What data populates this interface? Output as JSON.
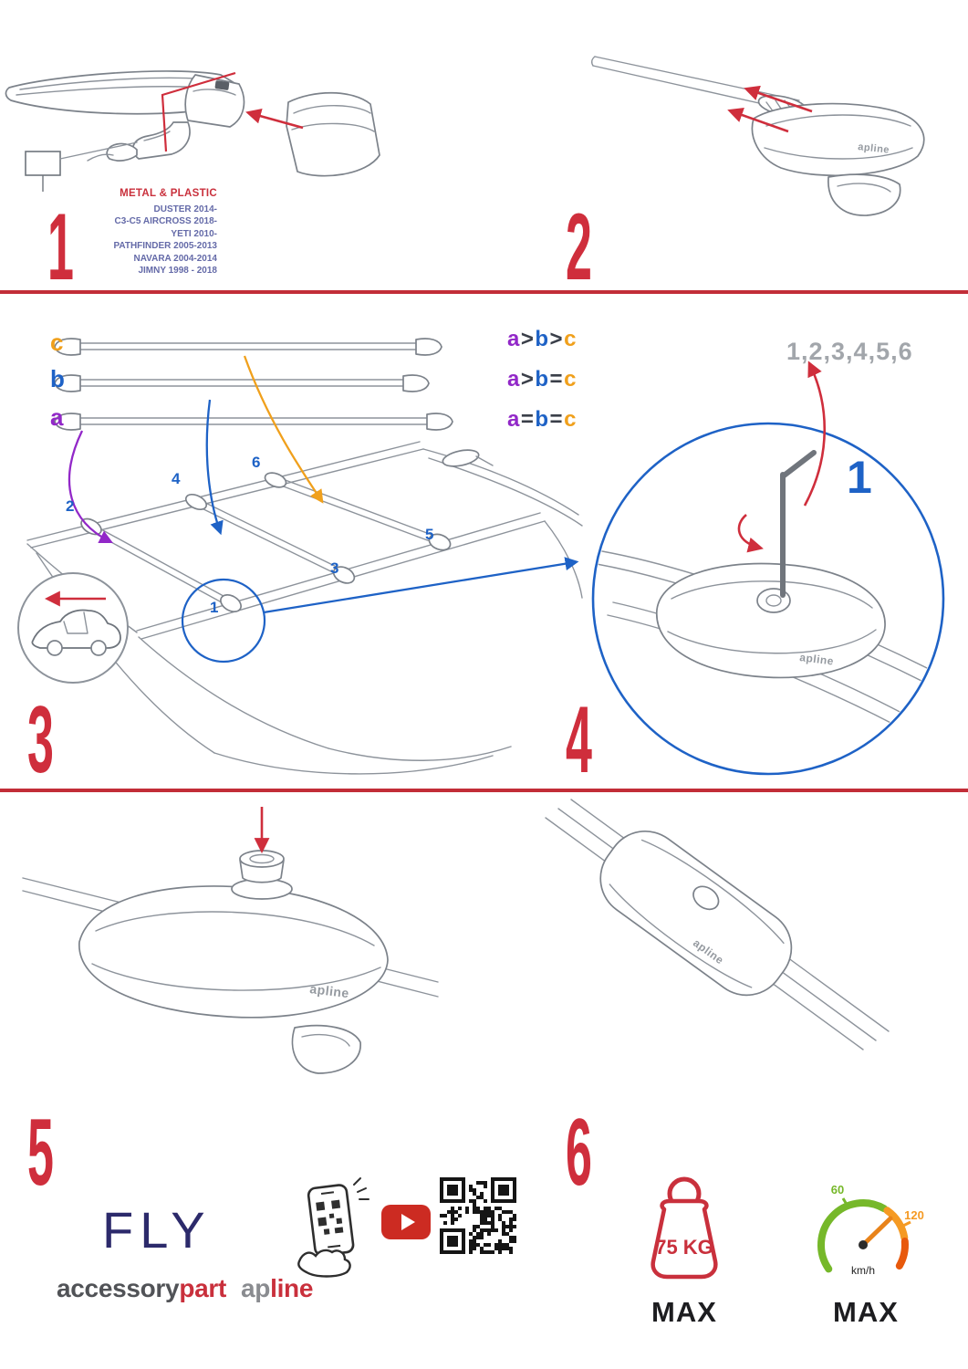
{
  "colors": {
    "accent_red": "#cf2e3c",
    "blue": "#1e62c6",
    "purple": "#9228c8",
    "orange": "#f0a01c",
    "navy": "#2c2a6b",
    "model_text": "#646aa8",
    "gauge_green": "#76b82a",
    "gauge_orange": "#f59a23"
  },
  "brand": {
    "logo": "apline"
  },
  "steps": {
    "s1": {
      "number": "1",
      "material": "METAL & PLASTIC",
      "models": [
        "DUSTER 2014-",
        "C3-C5 AIRCROSS 2018-",
        "YETI 2010-",
        "PATHFINDER 2005-2013",
        "NAVARA 2004-2014",
        "JIMNY 1998 - 2018"
      ]
    },
    "s2": {
      "number": "2"
    },
    "s3": {
      "number": "3",
      "bar_labels": {
        "a": "a",
        "b": "b",
        "c": "c"
      },
      "legend": [
        {
          "l": "a",
          "o1": ">",
          "m": "b",
          "o2": ">",
          "r": "c"
        },
        {
          "l": "a",
          "o1": ">",
          "m": "b",
          "o2": "=",
          "r": "c"
        },
        {
          "l": "a",
          "o1": "=",
          "m": "b",
          "o2": "=",
          "r": "c"
        }
      ],
      "positions": [
        "1",
        "2",
        "3",
        "4",
        "5",
        "6"
      ]
    },
    "s4": {
      "number": "4",
      "sequence": "1,2,3,4,5,6",
      "callout": "1"
    },
    "s5": {
      "number": "5"
    },
    "s6": {
      "number": "6"
    }
  },
  "footer": {
    "model": "FLY",
    "wordmark": {
      "part1": "accessory",
      "part2": "part",
      "part3": "ap",
      "part4": "line"
    },
    "weight": {
      "value": "75 KG",
      "max": "MAX"
    },
    "speed": {
      "low": "60",
      "high": "120",
      "unit": "km/h",
      "max": "MAX"
    },
    "icons": [
      "phone-qr-scan-icon",
      "youtube-icon",
      "qr-code-icon",
      "weight-limit-icon",
      "speed-limit-icon"
    ]
  }
}
